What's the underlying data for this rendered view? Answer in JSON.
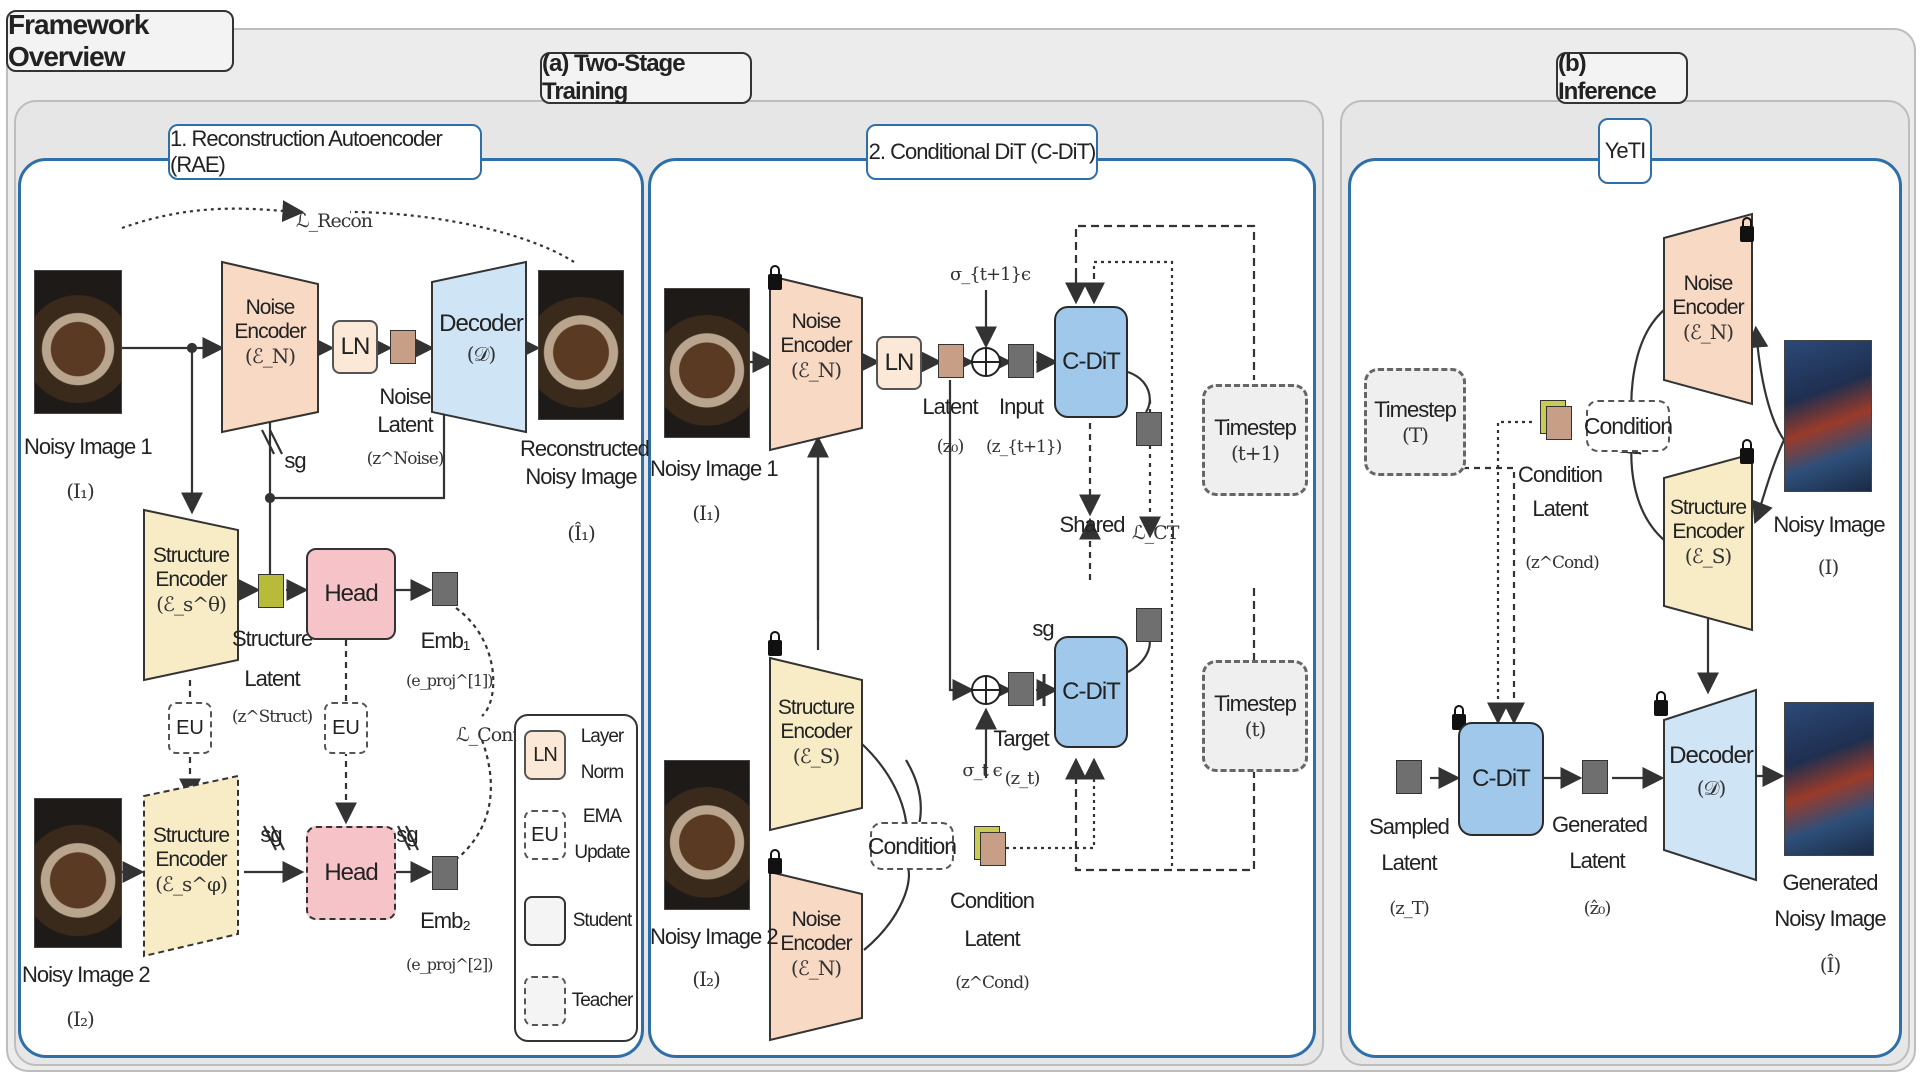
{
  "title": "Framework Overview",
  "sections": {
    "training": "(a) Two-Stage Training",
    "inference": "(b) Inference"
  },
  "rae": {
    "title": "1. Reconstruction Autoencoder (RAE)",
    "noisy_image_1": "Noisy Image 1",
    "noisy_image_1_sym": "(I₁)",
    "noisy_image_2": "Noisy Image 2",
    "noisy_image_2_sym": "(I₂)",
    "noise_encoder_l1": "Noise",
    "noise_encoder_l2": "Encoder",
    "noise_encoder_sym": "(ℰ_N)",
    "ln": "LN",
    "noise_latent_l1": "Noise",
    "noise_latent_l2": "Latent",
    "noise_latent_sym": "(z^Noise)",
    "decoder": "Decoder",
    "decoder_sym": "(𝒟)",
    "recon_l1": "Reconstructed",
    "recon_l2": "Noisy Image",
    "recon_sym": "(Î₁)",
    "loss_recon": "ℒ_Recon",
    "sg": "sg",
    "structure_encoder_l1": "Structure",
    "structure_encoder_l2": "Encoder",
    "structure_encoder_s_sym": "(ℰ_s^θ)",
    "structure_encoder_t_sym": "(ℰ_s^φ)",
    "structure_latent_l1": "Structure",
    "structure_latent_l2": "Latent",
    "structure_latent_sym": "(z^Struct)",
    "head": "Head",
    "emb1": "Emb₁",
    "emb1_sym": "(e_proj^[1])",
    "emb2": "Emb₂",
    "emb2_sym": "(e_proj^[2])",
    "loss_cont": "ℒ_Cont",
    "eu": "EU"
  },
  "legend": {
    "ln_key": "LN",
    "ln_desc_1": "Layer",
    "ln_desc_2": "Norm",
    "eu_key": "EU",
    "eu_desc_1": "EMA",
    "eu_desc_2": "Update",
    "student": "Student",
    "teacher": "Teacher"
  },
  "cdit": {
    "title": "2. Conditional DiT (C-DiT)",
    "noisy_image_1": "Noisy Image 1",
    "noisy_image_1_sym": "(I₁)",
    "noisy_image_2": "Noisy Image 2",
    "noisy_image_2_sym": "(I₂)",
    "noise_encoder_l1": "Noise",
    "noise_encoder_l2": "Encoder",
    "noise_encoder_sym": "(ℰ_N)",
    "structure_encoder_l1": "Structure",
    "structure_encoder_l2": "Encoder",
    "structure_encoder_sym": "(ℰ_S)",
    "ln": "LN",
    "latent": "Latent",
    "latent_sym": "(z₀)",
    "input": "Input",
    "input_sym": "(z_{t+1})",
    "sigma_top": "σ_{t+1}ϵ",
    "sigma_bottom": "σ_t ϵ",
    "target": "Target",
    "target_sym": "(z_t)",
    "block": "C-DiT",
    "shared": "Shared",
    "loss_ct": "ℒ_CT",
    "sg": "sg",
    "timestep": "Timestep",
    "timestep_top_sym": "(t+1)",
    "timestep_bottom_sym": "(t)",
    "condition": "Condition",
    "condition_latent_l1": "Condition",
    "condition_latent_l2": "Latent",
    "condition_latent_sym": "(z^Cond)"
  },
  "infer": {
    "title": "YeTI",
    "timestep": "Timestep",
    "timestep_sym": "(T)",
    "condition": "Condition",
    "condition_latent_l1": "Condition",
    "condition_latent_l2": "Latent",
    "condition_latent_sym": "(z^Cond)",
    "noise_encoder_l1": "Noise",
    "noise_encoder_l2": "Encoder",
    "noise_encoder_sym": "(ℰ_N)",
    "structure_encoder_l1": "Structure",
    "structure_encoder_l2": "Encoder",
    "structure_encoder_sym": "(ℰ_S)",
    "noisy_image": "Noisy Image",
    "noisy_image_sym": "(I)",
    "sampled_latent_l1": "Sampled",
    "sampled_latent_l2": "Latent",
    "sampled_latent_sym": "(z_T)",
    "block": "C-DiT",
    "generated_latent_l1": "Generated",
    "generated_latent_l2": "Latent",
    "generated_latent_sym": "(ẑ₀)",
    "decoder": "Decoder",
    "decoder_sym": "(𝒟)",
    "generated_l1": "Generated",
    "generated_l2": "Noisy Image",
    "generated_sym": "(Î)"
  }
}
